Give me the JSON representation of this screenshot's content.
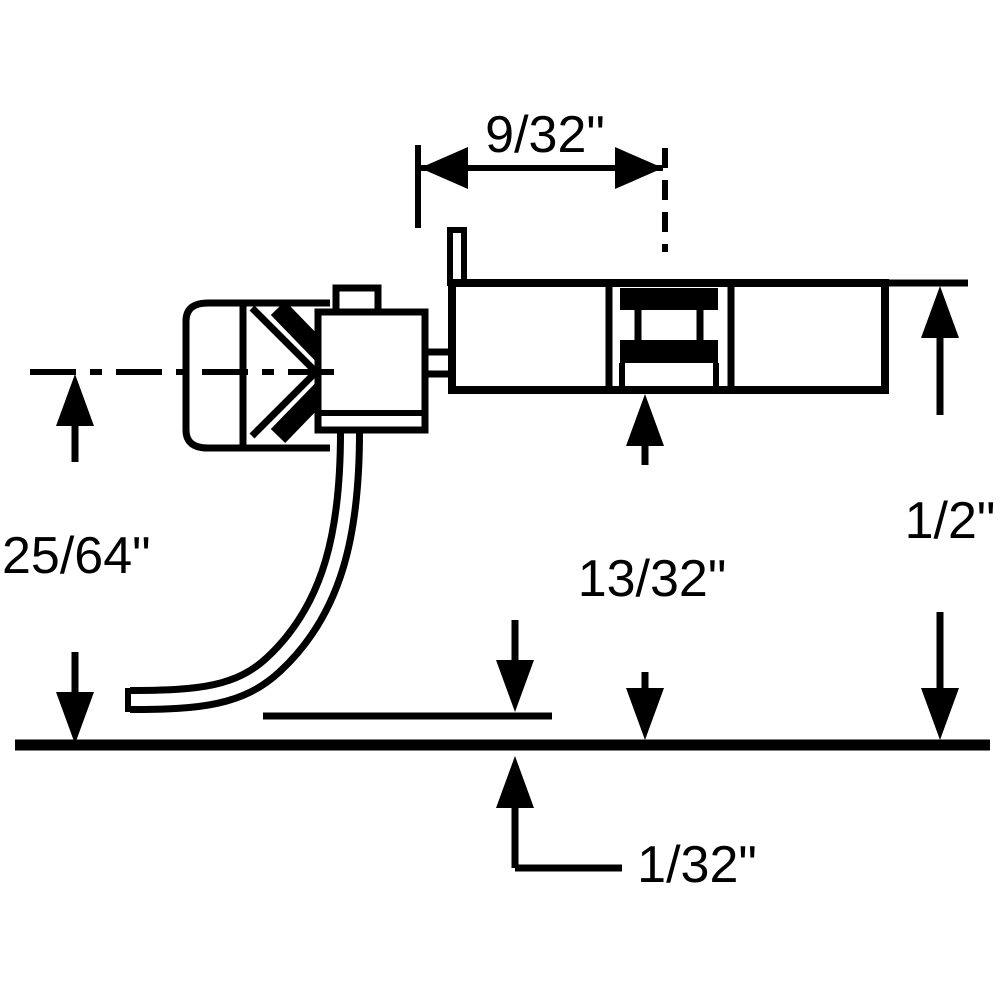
{
  "diagram": {
    "type": "technical-dimension-drawing",
    "subject": "model-railroad-coupler-side-view",
    "colors": {
      "line": "#000000",
      "background": "#ffffff"
    }
  },
  "labels": {
    "d9_32": "9/32\"",
    "d25_64": "25/64\"",
    "d13_32": "13/32\"",
    "d1_2": "1/2\"",
    "d1_32": "1/32\""
  }
}
